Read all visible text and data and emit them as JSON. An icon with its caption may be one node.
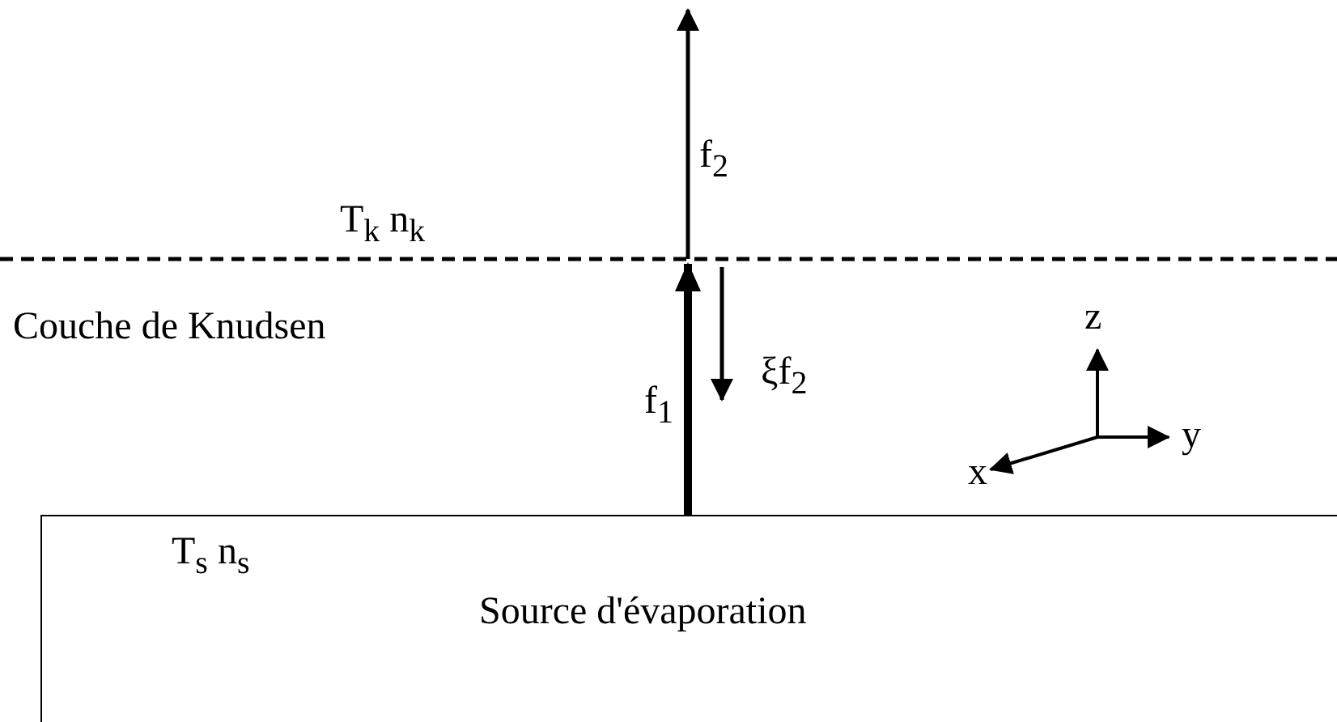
{
  "diagram": {
    "nodes": [
      {
        "text": [
          "T$_{s}$ n$_{s}$",
          "Source d'évaporation"
        ]
      }
    ],
    "labels": [
      "f$_{2}$",
      "T$_{k}$ n$_{k}$",
      "Couche de Knudsen",
      "z",
      "ξf$_{2}$",
      "f$_{1}$",
      "y",
      "x"
    ]
  }
}
